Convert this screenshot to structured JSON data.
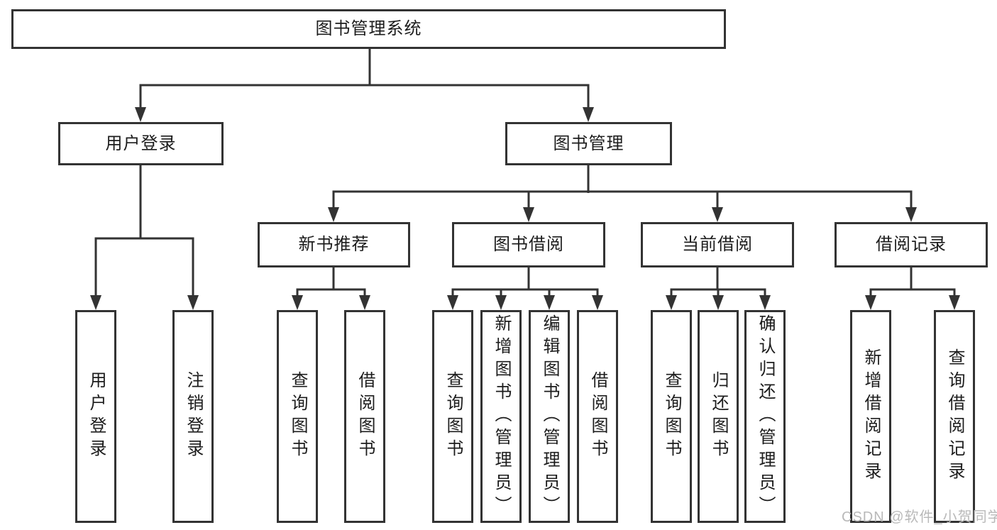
{
  "tree": {
    "label": "图书管理系统",
    "children": [
      {
        "label": "用户登录",
        "children": [
          {
            "label": "用户登录"
          },
          {
            "label": "注销登录"
          }
        ]
      },
      {
        "label": "图书管理",
        "children": [
          {
            "label": "新书推荐",
            "children": [
              {
                "label": "查询图书"
              },
              {
                "label": "借阅图书"
              }
            ]
          },
          {
            "label": "图书借阅",
            "children": [
              {
                "label": "查询图书"
              },
              {
                "label": "新增图书（管理员）"
              },
              {
                "label": "编辑图书（管理员）"
              },
              {
                "label": "借阅图书"
              }
            ]
          },
          {
            "label": "当前借阅",
            "children": [
              {
                "label": "查询图书"
              },
              {
                "label": "归还图书"
              },
              {
                "label": "确认归还（管理员）"
              }
            ]
          },
          {
            "label": "借阅记录",
            "children": [
              {
                "label": "新增借阅记录"
              },
              {
                "label": "查询借阅记录"
              }
            ]
          }
        ]
      }
    ]
  },
  "watermark": "CSDN @软件_小贺同学",
  "colors": {
    "line": "#333333",
    "text": "#1c1c1c",
    "box_background": "#ffffff",
    "watermark": "#b9b9b9",
    "page_background": "#ffffff"
  }
}
